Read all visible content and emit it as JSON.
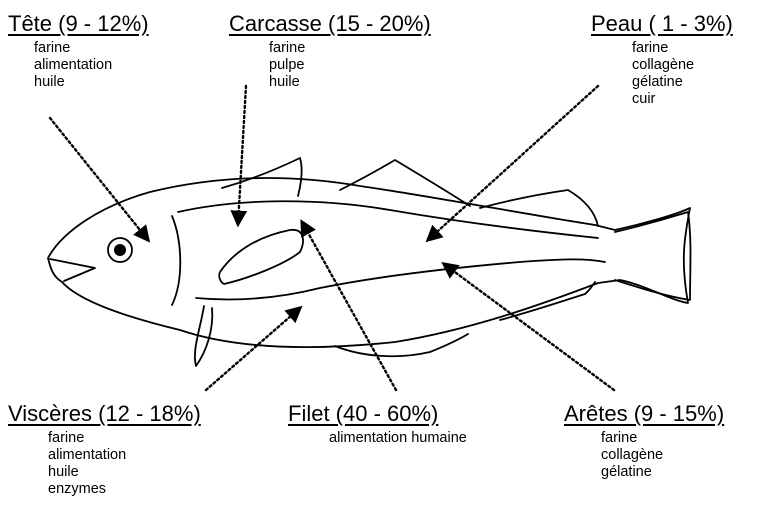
{
  "parts": {
    "tete": {
      "title": "Tête (9 - 12%)",
      "uses": [
        "farine",
        "alimentation",
        "huile"
      ]
    },
    "carcasse": {
      "title": "Carcasse (15 - 20%)",
      "uses": [
        "farine",
        "pulpe",
        "huile"
      ]
    },
    "peau": {
      "title": "Peau ( 1 - 3%)",
      "uses": [
        "farine",
        "collagène",
        "gélatine",
        "cuir"
      ]
    },
    "visceres": {
      "title": "Viscères (12 - 18%)",
      "uses": [
        "farine",
        "alimentation",
        "huile",
        "enzymes"
      ]
    },
    "filet": {
      "title": "Filet (40 - 60%)",
      "uses": [
        "alimentation humaine"
      ]
    },
    "aretes": {
      "title": "Arêtes (9 - 15%)",
      "uses": [
        "farine",
        "collagène",
        "gélatine"
      ]
    }
  },
  "style": {
    "line_color": "#000000",
    "pointer_style": "dotted"
  }
}
